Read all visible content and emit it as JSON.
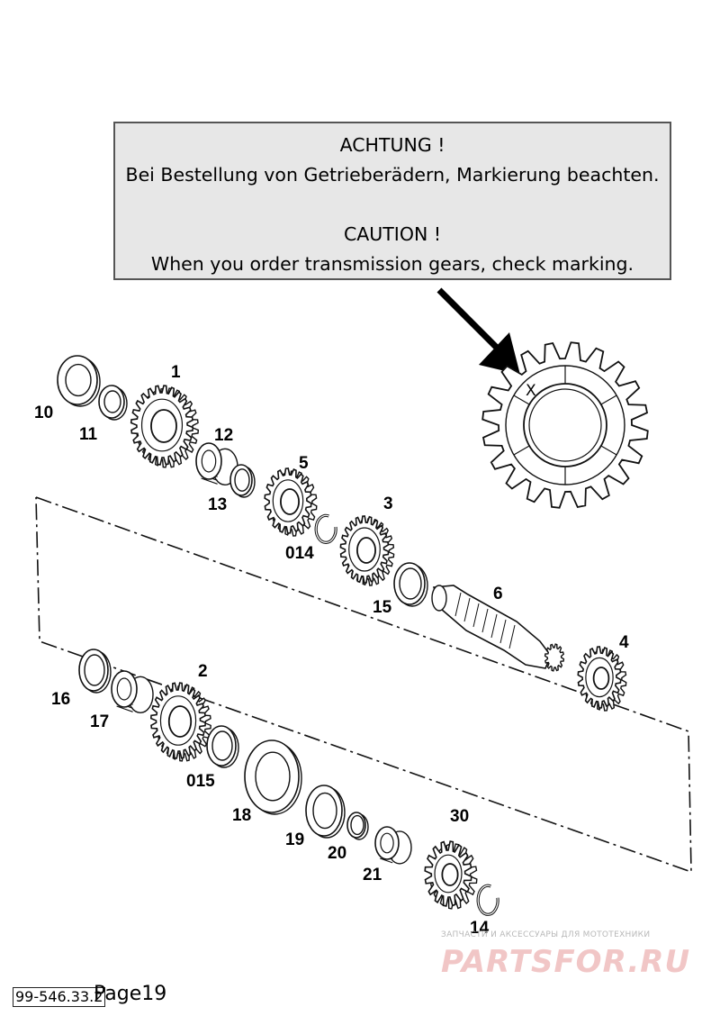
{
  "notice": {
    "de_heading": "ACHTUNG !",
    "de_text": "Bei Bestellung von Getrieberädern, Markierung beachten.",
    "en_heading": "CAUTION !",
    "en_text": "When you order transmission gears, check marking."
  },
  "marking": {
    "symbol": "X"
  },
  "part_labels": {
    "p1": "1",
    "p2": "2",
    "p3": "3",
    "p4": "4",
    "p5": "5",
    "p6": "6",
    "p10": "10",
    "p11": "11",
    "p12": "12",
    "p13": "13",
    "p014": "014",
    "p15": "15",
    "p16": "16",
    "p17": "17",
    "p015": "015",
    "p18": "18",
    "p19": "19",
    "p20": "20",
    "p21": "21",
    "p30": "30",
    "p14": "14"
  },
  "footer": {
    "doc_id": "99-546.33.2",
    "page": "Page19"
  },
  "watermark": {
    "tagline": "ЗАПЧАСТИ И АКСЕССУАРЫ ДЛЯ МОТОТЕХНИКИ",
    "brand": "PARTSFOR.RU"
  },
  "colors": {
    "line": "#111111",
    "callout_bg": "#e7e7e7",
    "watermark": "#f1c6c6"
  }
}
